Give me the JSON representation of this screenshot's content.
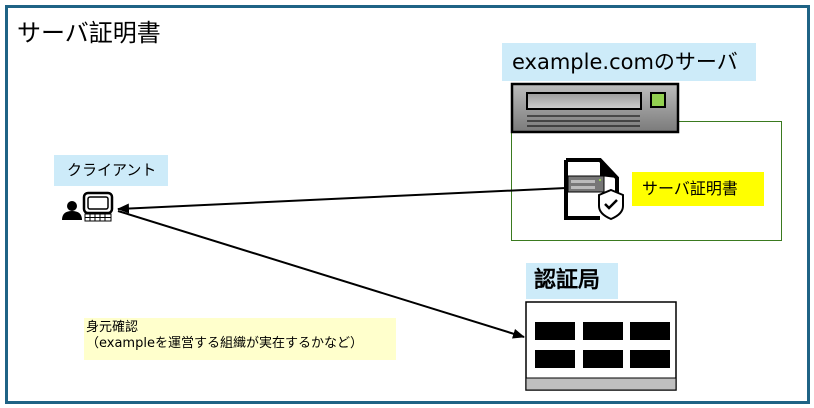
{
  "diagram": {
    "title": "サーバ証明書",
    "server": {
      "label": "example.comのサーバ",
      "certificate_label": "サーバ証明書"
    },
    "client": {
      "label": "クライアント"
    },
    "certificate_authority": {
      "label": "認証局"
    },
    "note": {
      "line1": "身元確認",
      "line2": "（exampleを運営する組織が実在するかなど）"
    },
    "edges": [
      {
        "from": "server-certificate",
        "to": "client",
        "arrow": "client"
      },
      {
        "from": "client",
        "to": "certificate-authority",
        "arrow": "certificate-authority",
        "label": "身元確認"
      }
    ],
    "colors": {
      "frame": "#1f6385",
      "label_bg": "#cdebf9",
      "cert_highlight": "#ffff00",
      "note_bg": "#ffffcc",
      "server_box_border": "#3a7a1f",
      "server_led": "#92d050"
    }
  }
}
